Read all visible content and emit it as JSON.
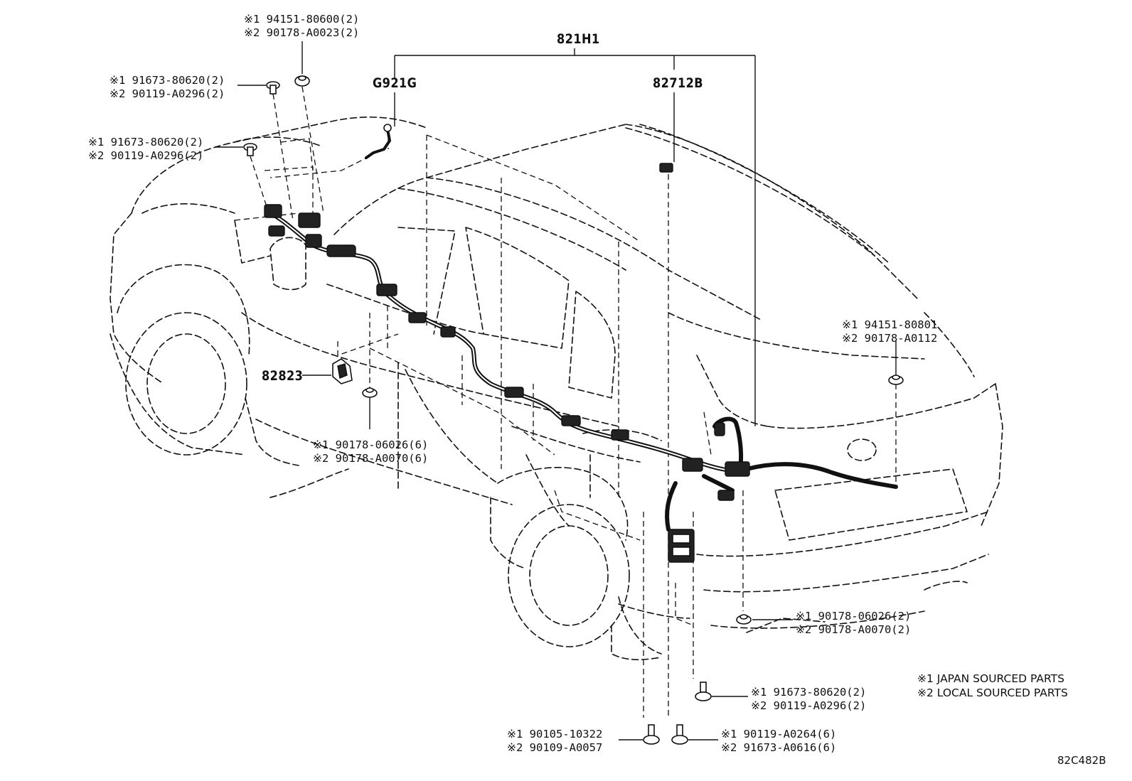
{
  "part_numbers": {
    "harness": "821H1",
    "ground_wire": "G921G",
    "roof_connector": "82712B",
    "bracket": "82823"
  },
  "fasteners": [
    {
      "id": "top_clip",
      "line1": "※1 94151-80600(2)",
      "line2": "※2 90178-A0023(2)"
    },
    {
      "id": "top_bolt_a",
      "line1": "※1 91673-80620(2)",
      "line2": "※2 90119-A0296(2)"
    },
    {
      "id": "top_bolt_b",
      "line1": "※1 91673-80620(2)",
      "line2": "※2 90119-A0296(2)"
    },
    {
      "id": "floor_clip",
      "line1": "※1 90178-06026(6)",
      "line2": "※2 90178-A0070(6)"
    },
    {
      "id": "rear_clip",
      "line1": "※1 94151-80801",
      "line2": "※2 90178-A0112"
    },
    {
      "id": "bumper_clip",
      "line1": "※1 90178-06026(2)",
      "line2": "※2 90178-A0070(2)"
    },
    {
      "id": "lower_bolt",
      "line1": "※1 91673-80620(2)",
      "line2": "※2 90119-A0296(2)"
    },
    {
      "id": "bottom_bolt_left",
      "line1": "※1 90105-10322",
      "line2": "※2 90109-A0057"
    },
    {
      "id": "bottom_bolt_right",
      "line1": "※1 90119-A0264(6)",
      "line2": "※2 91673-A0616(6)"
    }
  ],
  "legend": {
    "line1": "※1 JAPAN SOURCED PARTS",
    "line2": "※2 LOCAL SOURCED PARTS"
  },
  "diagram_code": "82C482B"
}
